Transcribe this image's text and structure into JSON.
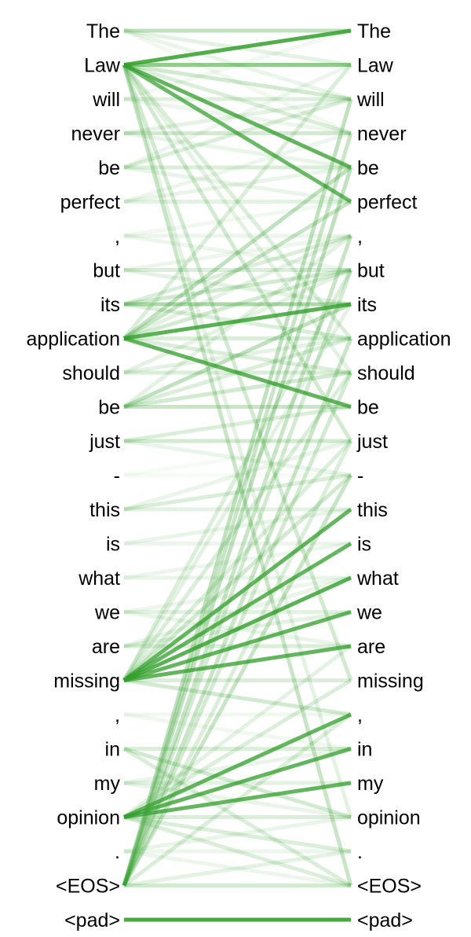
{
  "tokens": [
    "The",
    "Law",
    "will",
    "never",
    "be",
    "perfect",
    ",",
    "but",
    "its",
    "application",
    "should",
    "be",
    "just",
    "-",
    "this",
    "is",
    "what",
    "we",
    "are",
    "missing",
    ",",
    "in",
    "my",
    "opinion",
    ".",
    "<EOS>",
    "<pad>"
  ],
  "colors": {
    "line": "#33a02c",
    "text": "#000000",
    "background": "#ffffff"
  },
  "attention": [
    [
      0,
      0,
      0.35
    ],
    [
      0,
      1,
      0.15
    ],
    [
      0,
      2,
      0.12
    ],
    [
      0,
      3,
      0.08
    ],
    [
      1,
      0,
      0.95
    ],
    [
      1,
      1,
      0.6
    ],
    [
      1,
      4,
      0.85
    ],
    [
      1,
      5,
      0.8
    ],
    [
      1,
      2,
      0.25
    ],
    [
      1,
      3,
      0.2
    ],
    [
      1,
      9,
      0.2
    ],
    [
      1,
      10,
      0.15
    ],
    [
      1,
      12,
      0.25
    ],
    [
      1,
      19,
      0.25
    ],
    [
      1,
      25,
      0.3
    ],
    [
      1,
      23,
      0.15
    ],
    [
      2,
      2,
      0.18
    ],
    [
      2,
      3,
      0.1
    ],
    [
      2,
      0,
      0.08
    ],
    [
      3,
      3,
      0.25
    ],
    [
      3,
      2,
      0.15
    ],
    [
      3,
      4,
      0.12
    ],
    [
      4,
      4,
      0.2
    ],
    [
      4,
      2,
      0.2
    ],
    [
      4,
      5,
      0.12
    ],
    [
      4,
      1,
      0.1
    ],
    [
      5,
      5,
      0.15
    ],
    [
      5,
      4,
      0.12
    ],
    [
      5,
      3,
      0.1
    ],
    [
      6,
      6,
      0.1
    ],
    [
      6,
      7,
      0.1
    ],
    [
      6,
      5,
      0.08
    ],
    [
      7,
      7,
      0.2
    ],
    [
      7,
      8,
      0.15
    ],
    [
      7,
      6,
      0.1
    ],
    [
      8,
      8,
      0.45
    ],
    [
      8,
      7,
      0.25
    ],
    [
      8,
      6,
      0.2
    ],
    [
      8,
      9,
      0.2
    ],
    [
      9,
      8,
      0.9
    ],
    [
      9,
      11,
      0.85
    ],
    [
      9,
      1,
      0.2
    ],
    [
      9,
      4,
      0.35
    ],
    [
      9,
      5,
      0.3
    ],
    [
      9,
      7,
      0.25
    ],
    [
      9,
      10,
      0.2
    ],
    [
      9,
      6,
      0.15
    ],
    [
      9,
      9,
      0.2
    ],
    [
      10,
      10,
      0.2
    ],
    [
      10,
      9,
      0.15
    ],
    [
      10,
      7,
      0.15
    ],
    [
      11,
      11,
      0.3
    ],
    [
      11,
      8,
      0.35
    ],
    [
      11,
      10,
      0.25
    ],
    [
      11,
      9,
      0.2
    ],
    [
      11,
      6,
      0.15
    ],
    [
      12,
      12,
      0.25
    ],
    [
      12,
      11,
      0.2
    ],
    [
      12,
      13,
      0.12
    ],
    [
      13,
      13,
      0.05
    ],
    [
      13,
      12,
      0.05
    ],
    [
      14,
      14,
      0.15
    ],
    [
      14,
      13,
      0.2
    ],
    [
      14,
      12,
      0.12
    ],
    [
      15,
      15,
      0.1
    ],
    [
      15,
      14,
      0.12
    ],
    [
      16,
      16,
      0.12
    ],
    [
      16,
      15,
      0.1
    ],
    [
      17,
      17,
      0.15
    ],
    [
      17,
      18,
      0.12
    ],
    [
      17,
      16,
      0.1
    ],
    [
      18,
      18,
      0.2
    ],
    [
      18,
      17,
      0.15
    ],
    [
      18,
      16,
      0.12
    ],
    [
      19,
      14,
      0.85
    ],
    [
      19,
      15,
      0.85
    ],
    [
      19,
      16,
      0.9
    ],
    [
      19,
      17,
      0.85
    ],
    [
      19,
      18,
      0.85
    ],
    [
      19,
      13,
      0.25
    ],
    [
      19,
      20,
      0.25
    ],
    [
      19,
      19,
      0.2
    ],
    [
      19,
      12,
      0.2
    ],
    [
      19,
      10,
      0.2
    ],
    [
      19,
      8,
      0.15
    ],
    [
      19,
      7,
      0.2
    ],
    [
      20,
      20,
      0.08
    ],
    [
      20,
      21,
      0.08
    ],
    [
      21,
      21,
      0.2
    ],
    [
      21,
      23,
      0.25
    ],
    [
      21,
      25,
      0.2
    ],
    [
      22,
      22,
      0.15
    ],
    [
      22,
      23,
      0.12
    ],
    [
      22,
      21,
      0.12
    ],
    [
      23,
      20,
      0.85
    ],
    [
      23,
      21,
      0.85
    ],
    [
      23,
      22,
      0.85
    ],
    [
      23,
      23,
      0.2
    ],
    [
      23,
      24,
      0.2
    ],
    [
      23,
      25,
      0.2
    ],
    [
      23,
      19,
      0.2
    ],
    [
      23,
      18,
      0.15
    ],
    [
      24,
      24,
      0.1
    ],
    [
      24,
      23,
      0.12
    ],
    [
      24,
      25,
      0.1
    ],
    [
      25,
      2,
      0.35
    ],
    [
      25,
      3,
      0.3
    ],
    [
      25,
      4,
      0.35
    ],
    [
      25,
      6,
      0.3
    ],
    [
      25,
      7,
      0.25
    ],
    [
      25,
      10,
      0.25
    ],
    [
      25,
      12,
      0.2
    ],
    [
      25,
      13,
      0.3
    ],
    [
      25,
      9,
      0.3
    ],
    [
      25,
      20,
      0.2
    ],
    [
      25,
      25,
      0.25
    ],
    [
      25,
      24,
      0.15
    ],
    [
      26,
      26,
      1.0
    ]
  ]
}
